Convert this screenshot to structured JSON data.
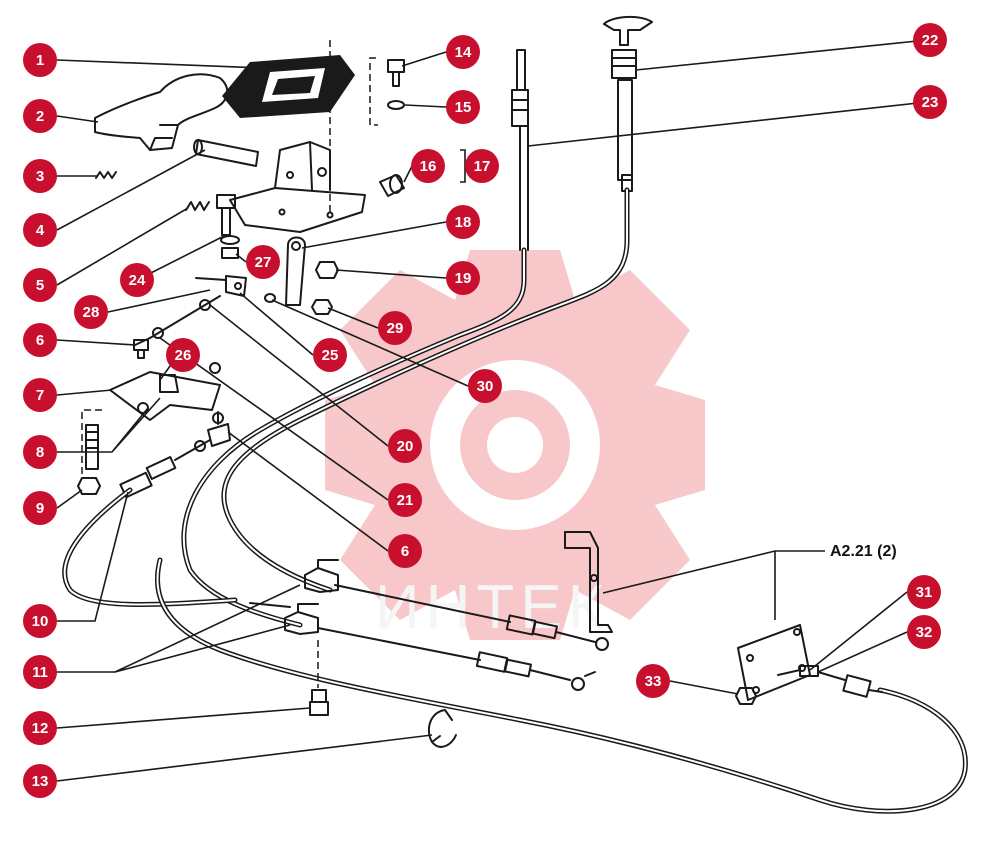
{
  "diagram": {
    "assembly_ref": "A2.21 (2)",
    "watermark_text": "ИНТЕК",
    "callout_color": "#c8102e",
    "callouts": [
      "1",
      "2",
      "3",
      "4",
      "5",
      "6",
      "7",
      "8",
      "9",
      "10",
      "11",
      "12",
      "13",
      "14",
      "15",
      "16",
      "17",
      "18",
      "19",
      "20",
      "21",
      "22",
      "23",
      "24",
      "25",
      "26",
      "27",
      "28",
      "29",
      "30",
      "6",
      "31",
      "32",
      "33"
    ]
  }
}
